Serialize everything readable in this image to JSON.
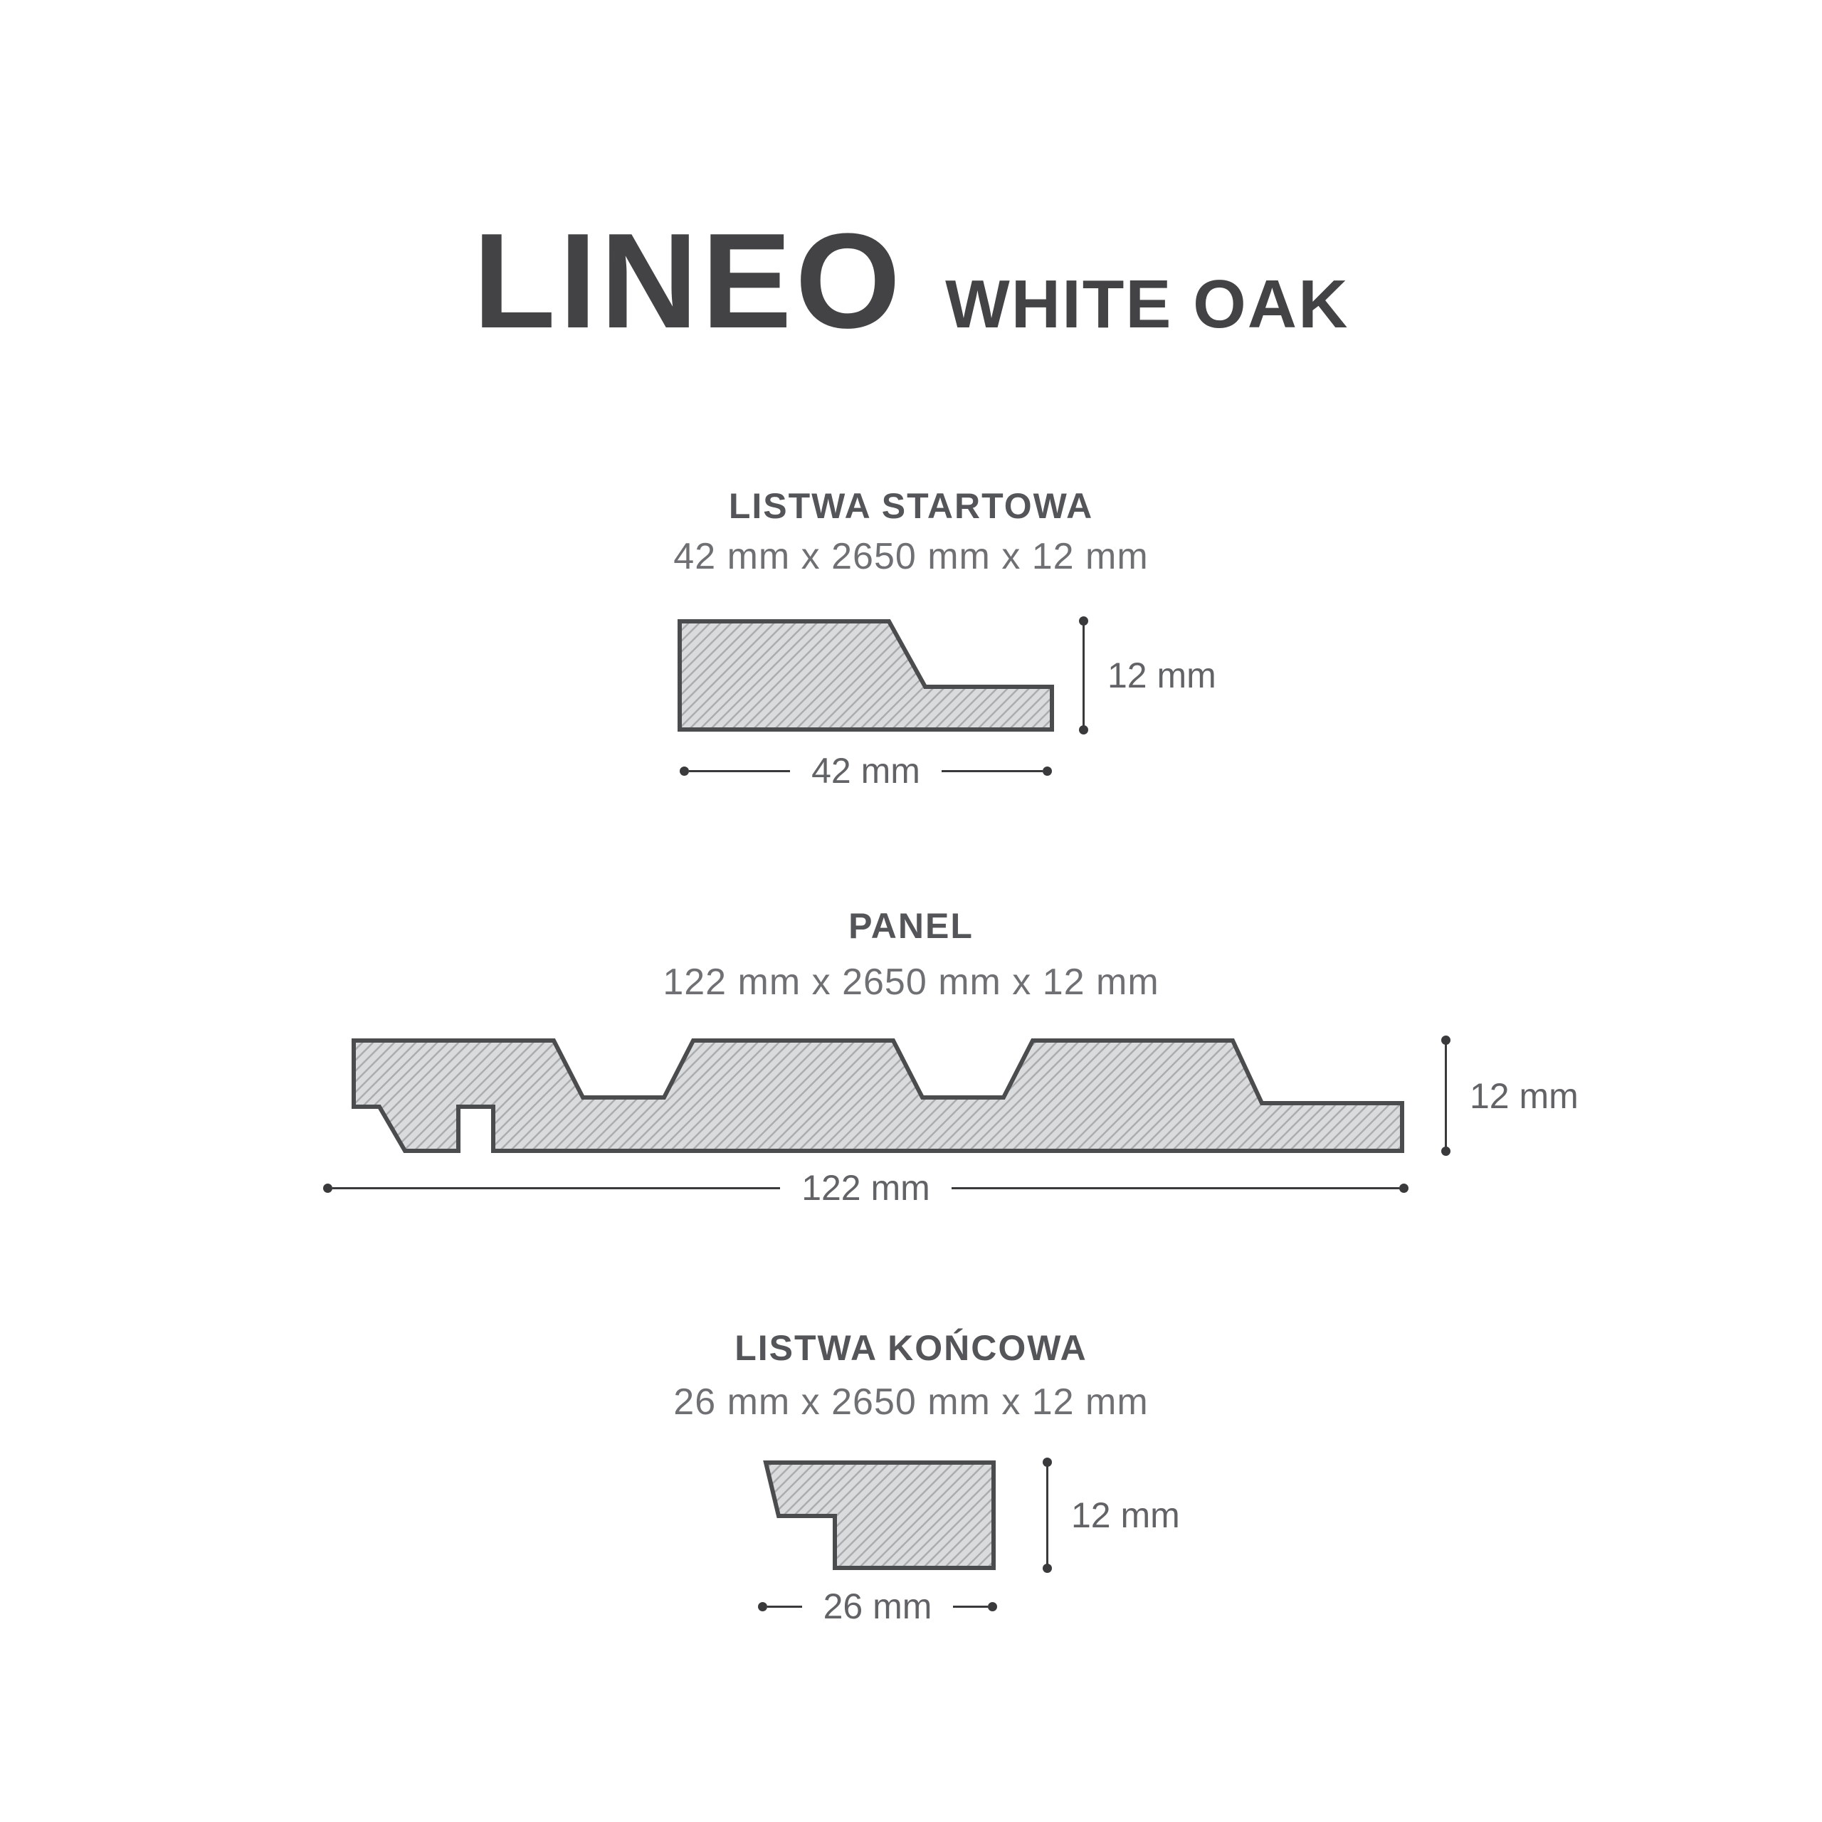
{
  "title": {
    "main": "LINEO",
    "variant": "WHITE OAK"
  },
  "sections": [
    {
      "name": "LISTWA STARTOWA",
      "size": "42 mm x 2650 mm x 12 mm",
      "width_label": "42 mm",
      "height_label": "12 mm"
    },
    {
      "name": "PANEL",
      "size": "122 mm x 2650 mm x 12 mm",
      "width_label": "122 mm",
      "height_label": "12 mm"
    },
    {
      "name": "LISTWA KOŃCOWA",
      "size": "26 mm x 2650 mm x 12 mm",
      "width_label": "26 mm",
      "height_label": "12 mm"
    }
  ],
  "colors": {
    "title_text": "#434345",
    "section_text": "#545558",
    "muted_text": "#6f7073",
    "profile_fill": "#dadbdc",
    "profile_hatch": "#aaacaf",
    "profile_outline": "#4b4c4e",
    "dimension_line": "#3a3a3c",
    "background": "#ffffff"
  }
}
